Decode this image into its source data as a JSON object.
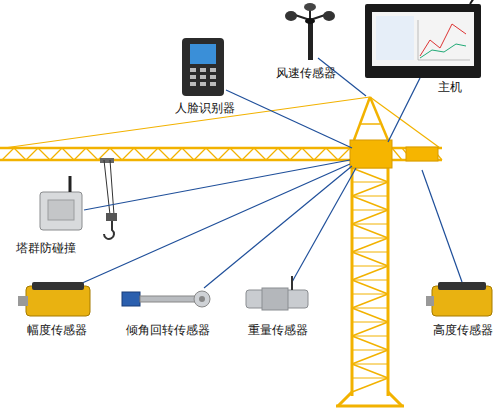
{
  "diagram": {
    "labels": [
      "人脸识别器",
      "风速传感器",
      "主机",
      "塔群防碰撞",
      "幅度传感器",
      "倾角回转传感器",
      "重量传感器",
      "高度传感器"
    ]
  }
}
